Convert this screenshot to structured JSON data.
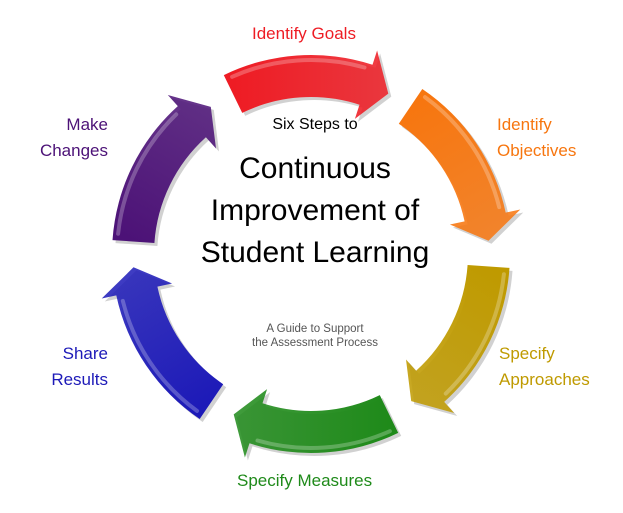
{
  "diagram": {
    "intro": "Six Steps to",
    "title_lines": [
      "Continuous",
      "Improvement of",
      "Student Learning"
    ],
    "subtitle_lines": [
      "A Guide to Support",
      "the Assessment Process"
    ],
    "steps": [
      {
        "name": "identify-goals",
        "label_lines": [
          "Identify Goals"
        ],
        "color": "#ee1c24"
      },
      {
        "name": "identify-objectives",
        "label_lines": [
          "Identify",
          "Objectives"
        ],
        "color": "#f7760f"
      },
      {
        "name": "specify-approaches",
        "label_lines": [
          "Specify",
          "Approaches"
        ],
        "color": "#bf9a00"
      },
      {
        "name": "specify-measures",
        "label_lines": [
          "Specify Measures"
        ],
        "color": "#1f8a1a"
      },
      {
        "name": "share-results",
        "label_lines": [
          "Share",
          "Results"
        ],
        "color": "#1d1ab8"
      },
      {
        "name": "make-changes",
        "label_lines": [
          "Make",
          "Changes"
        ],
        "color": "#4c1277"
      }
    ]
  }
}
